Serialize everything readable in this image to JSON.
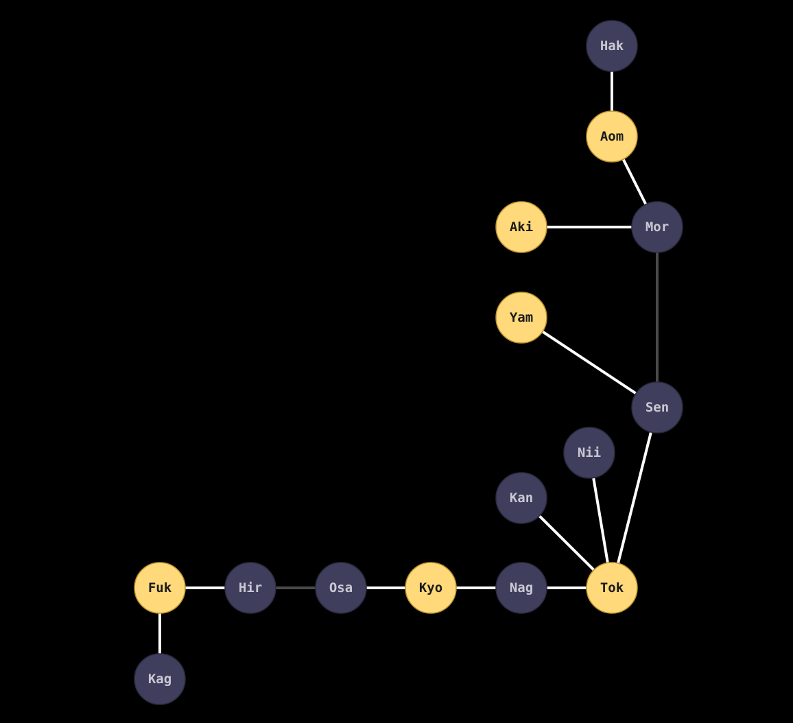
{
  "colors": {
    "background": "#000000",
    "node_highlight_fill": "#FFD97A",
    "node_highlight_stroke": "#B8902E",
    "node_highlight_text": "#1A1A1A",
    "node_default_fill": "#3F3E5C",
    "node_default_stroke": "#2B2A40",
    "node_default_text": "#C9C9D4",
    "edge_active": "#FFFFFF",
    "edge_inactive": "#4A4A4A"
  },
  "nodes": [
    {
      "id": "hak",
      "label": "Hak",
      "highlighted": false
    },
    {
      "id": "aom",
      "label": "Aom",
      "highlighted": true
    },
    {
      "id": "aki",
      "label": "Aki",
      "highlighted": true
    },
    {
      "id": "mor",
      "label": "Mor",
      "highlighted": false
    },
    {
      "id": "yam",
      "label": "Yam",
      "highlighted": true
    },
    {
      "id": "sen",
      "label": "Sen",
      "highlighted": false
    },
    {
      "id": "nii",
      "label": "Nii",
      "highlighted": false
    },
    {
      "id": "kan",
      "label": "Kan",
      "highlighted": false
    },
    {
      "id": "fuk",
      "label": "Fuk",
      "highlighted": true
    },
    {
      "id": "hir",
      "label": "Hir",
      "highlighted": false
    },
    {
      "id": "osa",
      "label": "Osa",
      "highlighted": false
    },
    {
      "id": "kyo",
      "label": "Kyo",
      "highlighted": true
    },
    {
      "id": "nag",
      "label": "Nag",
      "highlighted": false
    },
    {
      "id": "tok",
      "label": "Tok",
      "highlighted": true
    },
    {
      "id": "kag",
      "label": "Kag",
      "highlighted": false
    }
  ],
  "edges": [
    {
      "from": "hak",
      "to": "aom",
      "active": true
    },
    {
      "from": "aom",
      "to": "mor",
      "active": true
    },
    {
      "from": "aki",
      "to": "mor",
      "active": true
    },
    {
      "from": "mor",
      "to": "sen",
      "active": false
    },
    {
      "from": "yam",
      "to": "sen",
      "active": true
    },
    {
      "from": "sen",
      "to": "tok",
      "active": true
    },
    {
      "from": "nii",
      "to": "tok",
      "active": true
    },
    {
      "from": "kan",
      "to": "tok",
      "active": true
    },
    {
      "from": "fuk",
      "to": "hir",
      "active": true
    },
    {
      "from": "hir",
      "to": "osa",
      "active": false
    },
    {
      "from": "osa",
      "to": "kyo",
      "active": true
    },
    {
      "from": "kyo",
      "to": "nag",
      "active": true
    },
    {
      "from": "nag",
      "to": "tok",
      "active": true
    },
    {
      "from": "fuk",
      "to": "kag",
      "active": true
    }
  ]
}
